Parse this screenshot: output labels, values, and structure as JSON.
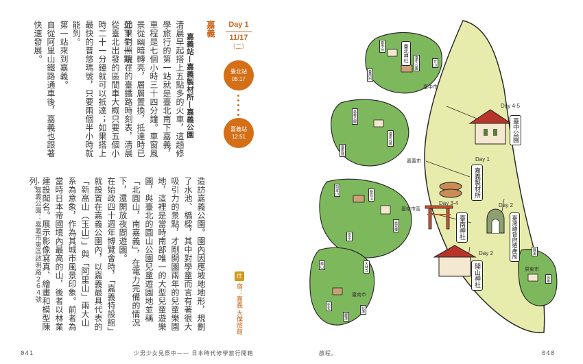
{
  "left_page": {
    "page_number": "041",
    "running_head": "少男少女見祭中—— 日本時代修學旅行開箱",
    "day": {
      "title": "Day 1",
      "date": "11/17",
      "weekday": "（二）"
    },
    "stations": [
      {
        "name": "臺北站",
        "time": "05:17"
      },
      {
        "name": "嘉義站",
        "time": "12:51"
      }
    ],
    "section_heading": "嘉義",
    "route": "嘉義站—嘉義製材所—嘉義公園",
    "paragraphs": [
      "清晨早起搭上五點多的火車，這趟修學旅行的第一站就是臺北南下嘉義，車程是七個小時三十四分鐘。車窗風景從幽暗轉亮，層層置換，抵達時已近下午一點。",
      "如果對照現在的臺鐵路時刻表，清晨從臺北出發的區間車大概只要五個小時二十一分鐘就可以抵達；如果搭上最快的普悠瑪號，只要兩個半小時就能到。",
      "第一站來到嘉義。",
      "自從阿里山鐵路通車後，嘉義也跟著快速發展。",
      "造訪嘉義公園。園內因應坡地地形，規劃了水池、橋樑，其中對學童而言有著很大吸引力的景點，才剛開園兩年的兒童樂園地，這裡是當時南部唯一的大型兒童遊樂園，與臺北的圓山公園兒童遊園地並稱「北圓山，南嘉義」，在電力完備的情況下，還開放夜間遊園。",
      "在始政四十週年博覽會時，「嘉義特設館」就設置在嘉義公園內，以嘉義最具代表的「新高山（玉山）」與「阿里山」兩大山系為意象，作為其城市風景印象。前者為當時日本帝國境內最高的山，後者以林業建設聞名。展示影像寫真、繪畫和模型陳列。"
    ],
    "side_note": "・嘉義公園：嘉義市東區啟明路２６４號",
    "badge": {
      "icon_label": "住",
      "text": "宿：嘉義 大僕旅館"
    }
  },
  "right_page": {
    "page_number": "040",
    "running_head": "啟程。",
    "map": {
      "days": [
        {
          "label": "Day 4-5"
        },
        {
          "label": "Day 1"
        },
        {
          "label": "Day 3-4"
        },
        {
          "label": "Day 2"
        },
        {
          "label": "Day 2"
        }
      ],
      "spots": [
        {
          "name": "臺中公園"
        },
        {
          "name": "嘉義製材所"
        },
        {
          "name": "臺南神社"
        },
        {
          "name": "開山神社"
        },
        {
          "name": "臺灣總督府殖產局"
        },
        {
          "name": "臺北神社"
        }
      ],
      "city_labels": [
        "臺中市",
        "嘉義市",
        "臺南市區",
        "屏東市",
        "臺南市"
      ],
      "mini_labels": [
        "臺中州",
        "臺中公園",
        "臺南州",
        "嘉義公園",
        "臺南孔廟",
        "臺南驛",
        "屏東",
        "高雄",
        "阿里山",
        "新高山",
        "赤崁樓",
        "安平",
        "鳳山",
        "大林寺",
        "彰化",
        "鹿港",
        "竹山",
        "北港"
      ]
    }
  },
  "colors": {
    "accent": "#c8661b",
    "station_circle": "#d46f18",
    "map_green": "#7eb85c",
    "map_yellow": "#e7ebab",
    "map_outline": "#2b2b2b"
  }
}
